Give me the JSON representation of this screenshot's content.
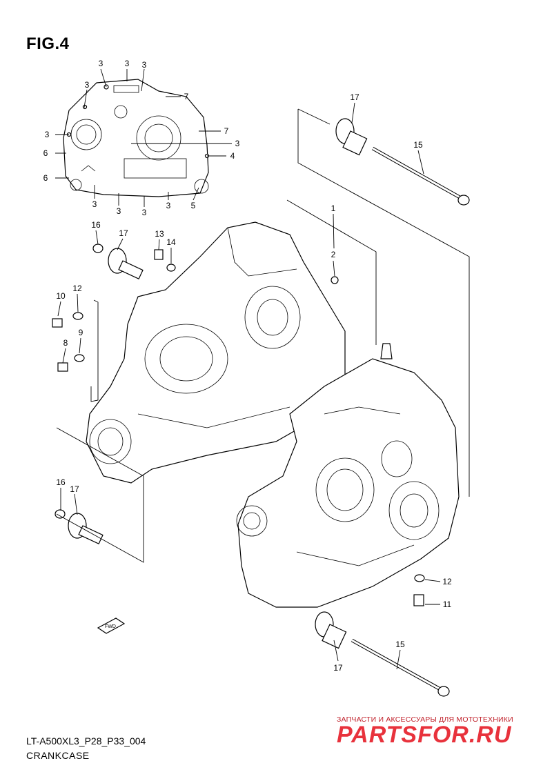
{
  "figure": {
    "title": "FIG.4",
    "code": "LT-A500XL3_P28_P33_004",
    "name": "CRANKCASE"
  },
  "watermark": {
    "tagline": "ЗАПЧАСТИ И АКСЕССУАРЫ ДЛЯ МОТОТЕХНИКИ",
    "logo": "PARTSFOR.RU"
  },
  "fwd_label": "FWD",
  "callouts": {
    "c1": "1",
    "c2": "2",
    "c3a": "3",
    "c3b": "3",
    "c3c": "3",
    "c3d": "3",
    "c3e": "3",
    "c3f": "3",
    "c3g": "3",
    "c3h": "3",
    "c3i": "3",
    "c4": "4",
    "c5": "5",
    "c6a": "6",
    "c6b": "6",
    "c7a": "7",
    "c7b": "7",
    "c8": "8",
    "c9": "9",
    "c10": "10",
    "c11": "11",
    "c12a": "12",
    "c12b": "12",
    "c13": "13",
    "c14": "14",
    "c15a": "15",
    "c15b": "15",
    "c16a": "16",
    "c16b": "16",
    "c17a": "17",
    "c17b": "17",
    "c17c": "17",
    "c17d": "17"
  },
  "colors": {
    "line": "#000000",
    "background": "#ffffff",
    "watermark_red": "#e8323c"
  }
}
